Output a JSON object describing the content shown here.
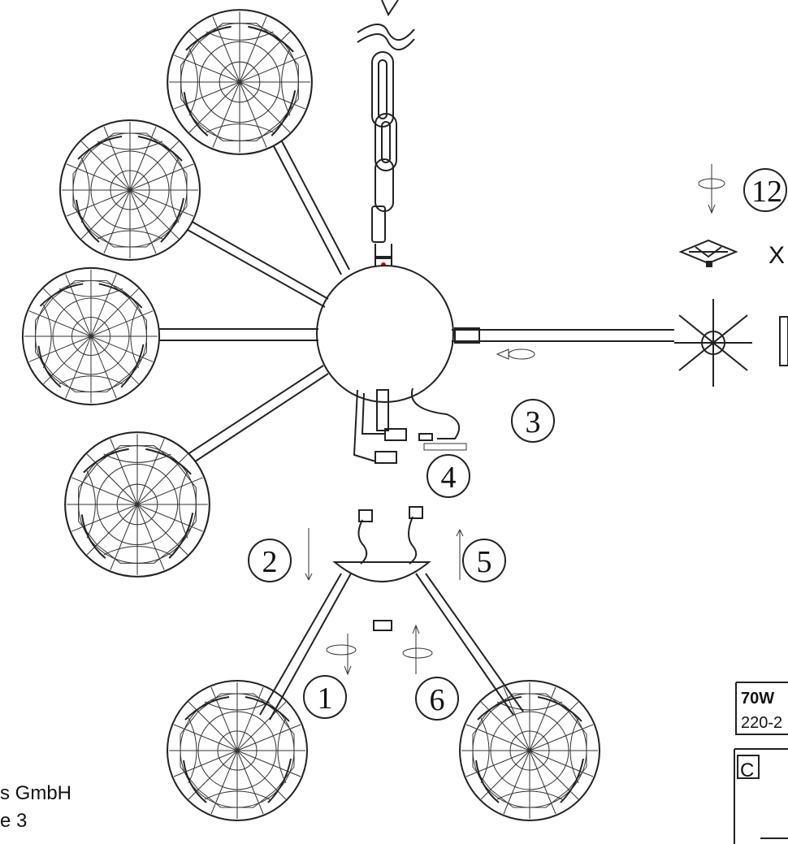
{
  "steps": {
    "step1": "1",
    "step2": "2",
    "step3": "3",
    "step4": "4",
    "step5": "5",
    "step6": "6",
    "step12": "12"
  },
  "multiplier": "X",
  "rating": {
    "watt": "70W",
    "voltage": "220-2"
  },
  "class_box": "C",
  "company": {
    "line1": "s GmbH",
    "line2": "e 3"
  },
  "colors": {
    "ink": "#222222",
    "indicator": "#cc0000"
  }
}
